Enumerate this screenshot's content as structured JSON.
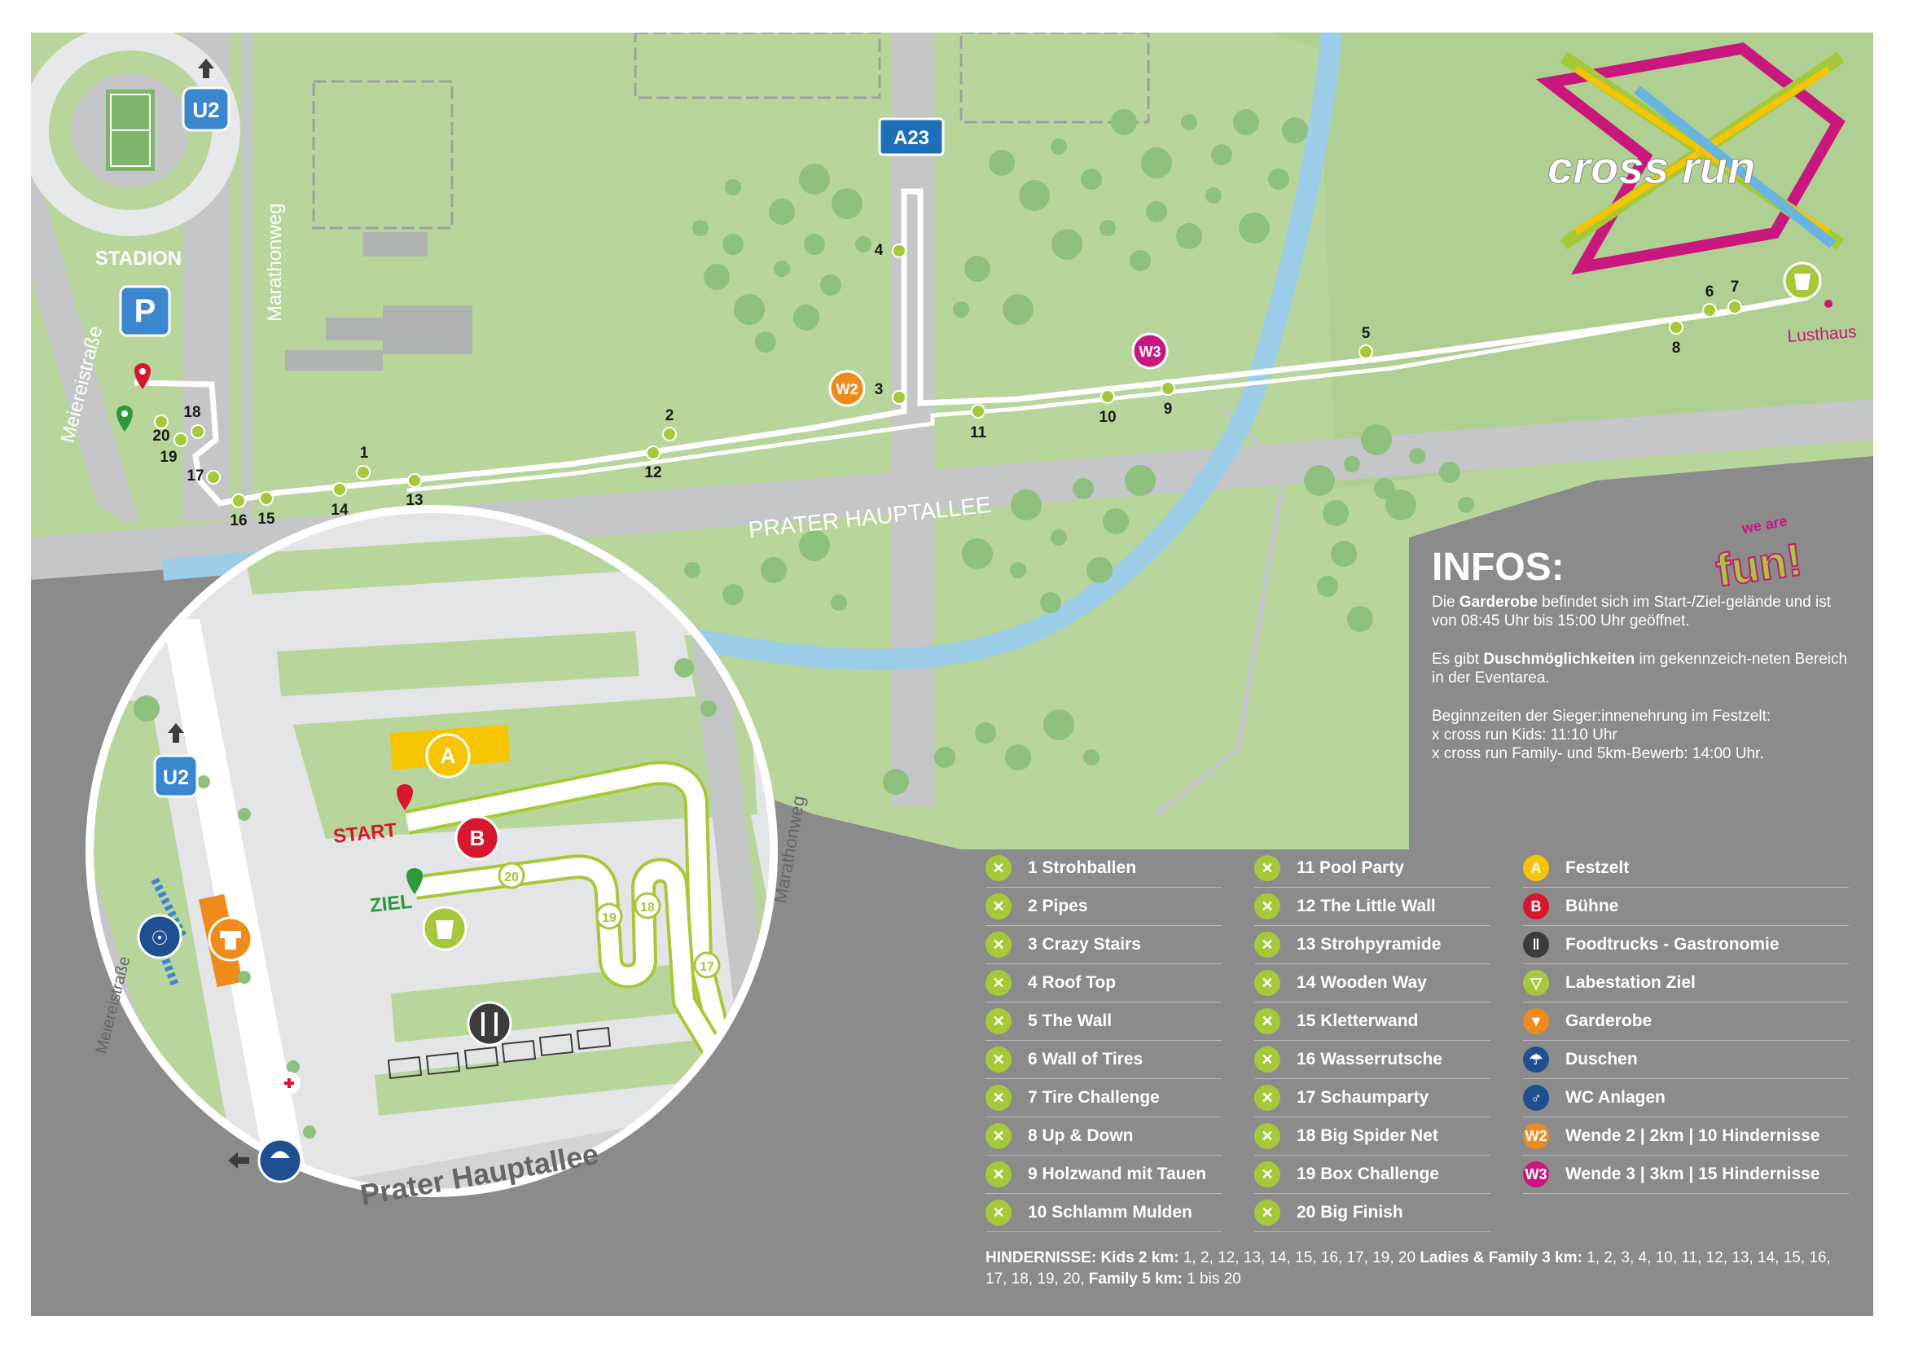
{
  "map": {
    "labels": {
      "stadion": "STADION",
      "marathonweg": "Marathonweg",
      "meiereistrasse": "Meiereistraße",
      "prater_hauptallee": "PRATER HAUPTALLEE",
      "lusthaus": "Lusthaus",
      "a23": "A23",
      "u2": "U2",
      "parking": "P",
      "w2": "W2",
      "w3": "W3"
    },
    "checkpoints": [
      "1",
      "2",
      "3",
      "4",
      "5",
      "6",
      "7",
      "8",
      "9",
      "10",
      "11",
      "12",
      "13",
      "14",
      "15",
      "16",
      "17",
      "18",
      "19",
      "20"
    ],
    "colors": {
      "grass": "#b8d69c",
      "road": "#c5c6c8",
      "background": "#8b8b8c",
      "water": "#9ccde9",
      "course": "#ffffff",
      "obstacle": "#a6c939",
      "tree": "#8ec17e"
    }
  },
  "inset": {
    "start": "START",
    "ziel": "ZIEL",
    "marathonweg": "Marathonweg",
    "meiereistrasse": "Meiereistraße",
    "prater_hauptallee": "Prater Hauptallee",
    "u2": "U2",
    "a": "A",
    "b": "B",
    "nums": [
      "20",
      "19",
      "18",
      "17"
    ]
  },
  "logo": {
    "brand": "cross run",
    "slogan_top": "we are",
    "slogan_bottom": "fun!"
  },
  "infos": {
    "title": "INFOS:",
    "p1_pre": "Die ",
    "p1_bold": "Garderobe",
    "p1_post": " befindet sich im Start-/Ziel-gelände und ist von 08:45 Uhr bis 15:00 Uhr geöffnet.",
    "p2_pre": "Es gibt ",
    "p2_bold": "Duschmöglichkeiten",
    "p2_post": " im gekennzeich-neten Bereich in der Eventarea.",
    "p3_l1": "Beginnzeiten der Sieger:innenehrung im Festzelt:",
    "p3_l2": "x cross run Kids: 11:10 Uhr",
    "p3_l3": "x cross run Family- und 5km-Bewerb: 14:00 Uhr."
  },
  "legend": {
    "col1": [
      "1 Strohballen",
      "2 Pipes",
      "3 Crazy Stairs",
      "4 Roof Top",
      "5 The Wall",
      "6 Wall of Tires",
      "7 Tire Challenge",
      "8 Up & Down",
      "9 Holzwand mit Tauen",
      "10 Schlamm Mulden"
    ],
    "col2": [
      "11 Pool Party",
      "12 The Little Wall",
      "13 Strohpyramide",
      "14 Wooden Way",
      "15 Kletterwand",
      "16 Wasserrutsche",
      "17 Schaumparty",
      "18 Big Spider Net",
      "19 Box Challenge",
      "20 Big Finish"
    ],
    "col3": [
      {
        "label": "Festzelt",
        "icon": "A",
        "color": "#f6c500"
      },
      {
        "label": "Bühne",
        "icon": "B",
        "color": "#d7172f"
      },
      {
        "label": "Foodtrucks - Gastronomie",
        "icon": "fork-knife-icon",
        "color": "#3c3c3b"
      },
      {
        "label": "Labestation Ziel",
        "icon": "cup-icon",
        "color": "#a6c939"
      },
      {
        "label": "Garderobe",
        "icon": "shirt-icon",
        "color": "#ef8a1d"
      },
      {
        "label": "Duschen",
        "icon": "shower-icon",
        "color": "#1d4f91"
      },
      {
        "label": "WC Anlagen",
        "icon": "wc-icon",
        "color": "#1d4f91"
      },
      {
        "label": "Wende 2 | 2km | 10 Hindernisse",
        "icon": "W2",
        "color": "#ef8a1d"
      },
      {
        "label": "Wende 3 | 3km | 15 Hindernisse",
        "icon": "W3",
        "color": "#c9177e"
      }
    ]
  },
  "obstacles_note": {
    "k1": "HINDERNISSE: Kids 2 km:",
    "v1": " 1, 2, 12, 13, 14, 15, 16, 17, 19, 20 ",
    "k2": "Ladies & Family 3 km:",
    "v2": " 1, 2, 3, 4, 10, 11, 12, 13, 14, 15, 16, 17, 18, 19, 20, ",
    "k3": "Family 5 km:",
    "v3": " 1 bis 20"
  }
}
